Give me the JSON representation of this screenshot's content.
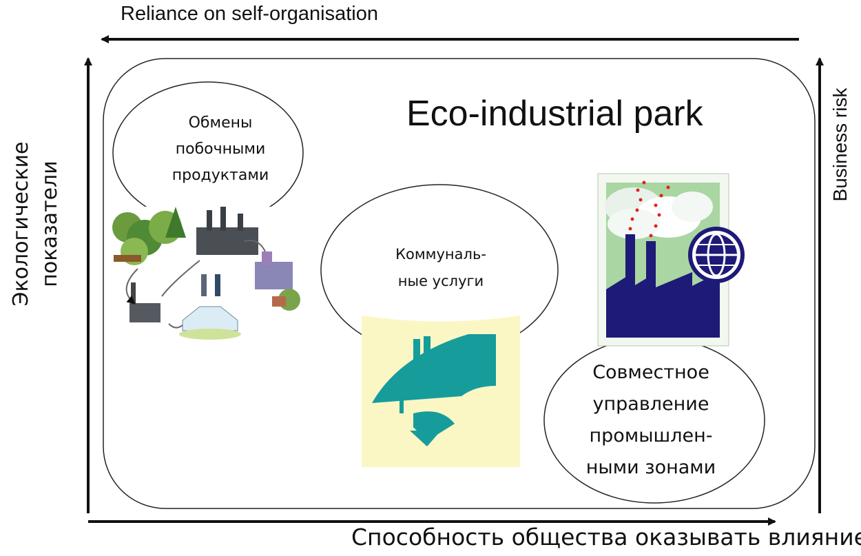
{
  "axes": {
    "top": "Reliance on self-organisation",
    "bottom": "Способность общества оказывать влияние",
    "left": [
      "Экологические",
      "показатели"
    ],
    "right": "Business risk"
  },
  "park_title": "Eco-industrial park",
  "bubbles": {
    "byproduct": [
      "Обмены",
      "побочными",
      "продуктами"
    ],
    "utilities": [
      "Коммуналь-",
      "ные услуги"
    ],
    "management": [
      "Совместное",
      "управление",
      "промышлен-",
      "ными зонами"
    ]
  },
  "colors": {
    "teal": "#179c9c",
    "pale_yellow": "#fbf7c4",
    "navy": "#1e1a78",
    "sky_green": "#a9d6a2",
    "smoke_red": "#e0231d"
  },
  "icons": [
    "industrial-ecosystem-illustration",
    "utilities-clipart",
    "factory-globe-clipart"
  ]
}
